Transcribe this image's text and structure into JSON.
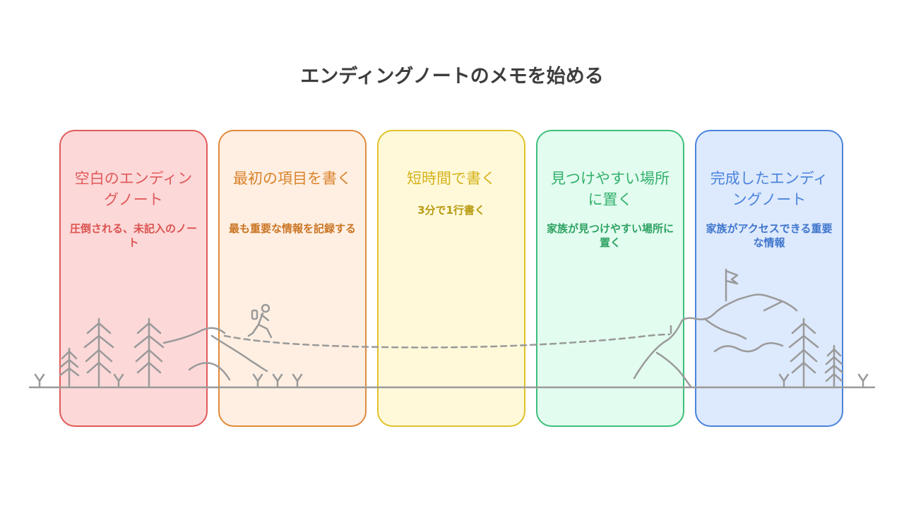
{
  "title": "エンディングノートのメモを始める",
  "colors": {
    "card_1": "#e05a5a",
    "card_2": "#e08a3c",
    "card_3": "#d4b21a",
    "card_4": "#3cc07a",
    "card_5": "#4a84dc",
    "line_art": "#9a9a9a"
  },
  "steps": [
    {
      "title": "空白のエンディングノート",
      "description": "圧倒される、未記入のノート"
    },
    {
      "title": "最初の項目を書く",
      "description": "最も重要な情報を記録する"
    },
    {
      "title": "短時間で書く",
      "description": "3分で1行書く"
    },
    {
      "title": "見つけやすい場所に置く",
      "description": "家族が見つけやすい場所に置く"
    },
    {
      "title": "完成したエンディングノート",
      "description": "家族がアクセスできる重要な情報"
    }
  ],
  "icons": [
    "pine-tree-icon",
    "hiker-icon",
    "flag-icon",
    "mountain-icon",
    "grass-sprout-icon"
  ]
}
